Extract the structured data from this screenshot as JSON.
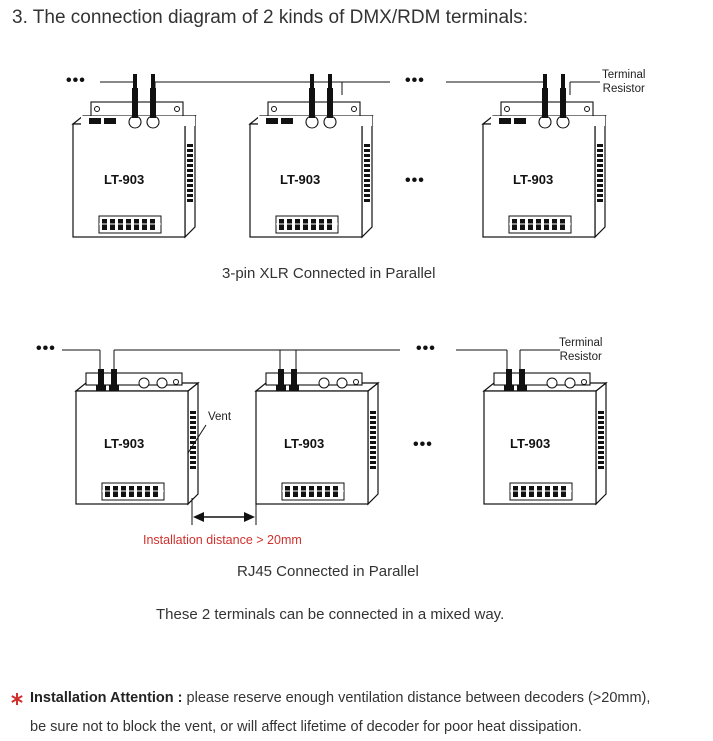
{
  "heading": "3. The connection diagram of 2 kinds of DMX/RDM terminals:",
  "xlr": {
    "caption": "3-pin XLR Connected in Parallel",
    "terminal_resistor": [
      "Terminal",
      "Resistor"
    ],
    "ellipsis": "•••",
    "decoders": [
      "LT-903",
      "LT-903",
      "LT-903"
    ]
  },
  "rj45": {
    "caption": "RJ45 Connected in Parallel",
    "terminal_resistor": [
      "Terminal",
      "Resistor"
    ],
    "ellipsis": "•••",
    "vent_label": "Vent",
    "distance_label": "Installation distance > 20mm",
    "decoders": [
      "LT-903",
      "LT-903",
      "LT-903"
    ]
  },
  "mixed_note": "These 2 terminals can be connected in a mixed way.",
  "attention": {
    "title": "Installation Attention :",
    "line1": " please reserve enough ventilation distance between decoders (>20mm),",
    "line2": "be sure not to block the vent, or will affect lifetime of decoder for poor heat dissipation.",
    "accent_color": "#d0312d"
  }
}
